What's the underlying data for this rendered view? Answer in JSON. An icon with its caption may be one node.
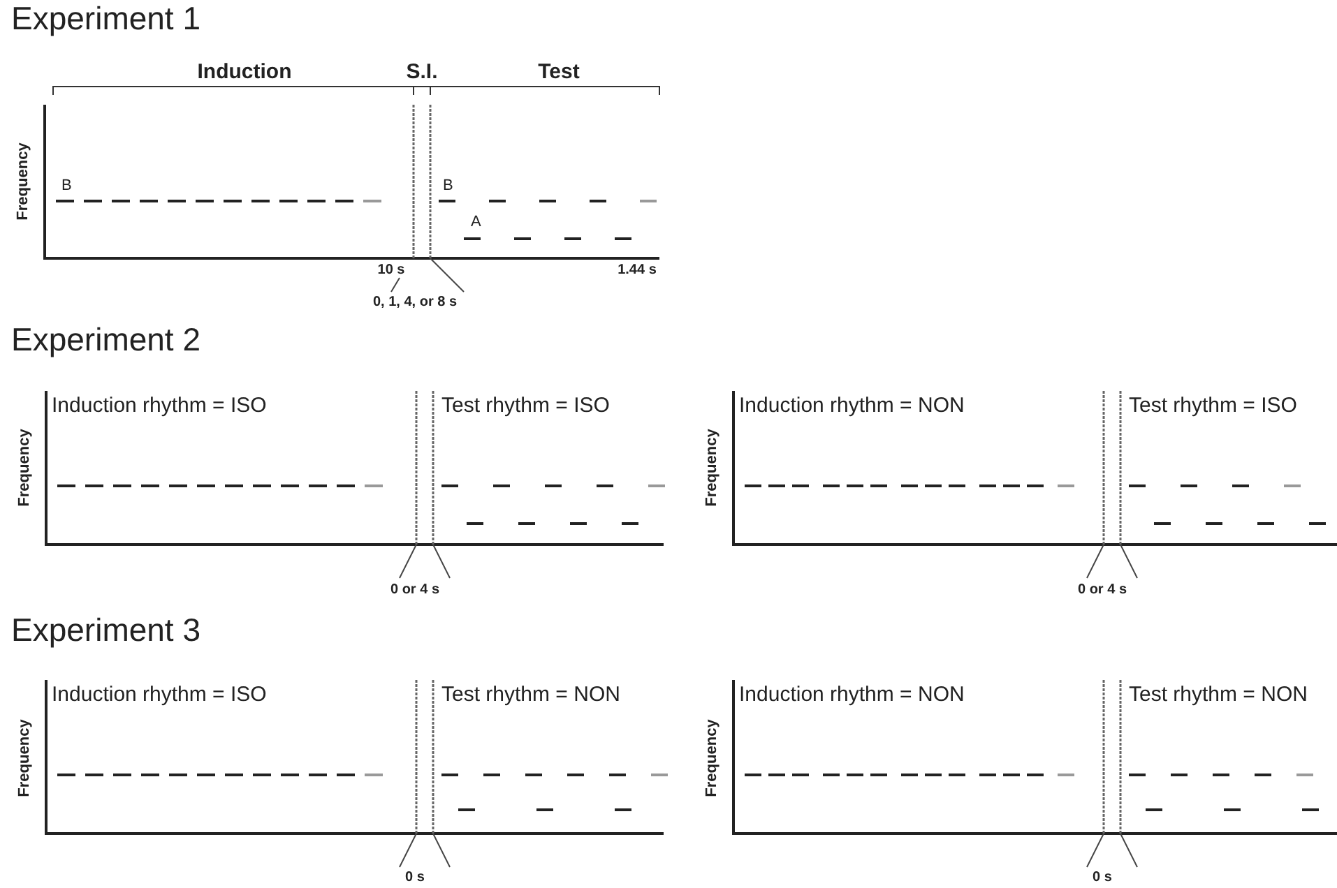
{
  "diagram": {
    "labels": [
      "Experiment 1",
      "Induction",
      "S.I.",
      "Test",
      "Frequency",
      "B",
      "B",
      "A",
      "10 s",
      "1.44 s",
      "0, 1, 4, or 8 s",
      "Experiment 2",
      "Induction rhythm = ISO",
      "Test rhythm = ISO",
      "Frequency",
      "Induction rhythm = NON",
      "Test rhythm = ISO",
      "Frequency",
      "0 or 4 s",
      "0 or 4 s",
      "Experiment 3",
      "Induction rhythm = ISO",
      "Test rhythm = NON",
      "Frequency",
      "Induction rhythm = NON",
      "Test rhythm = NON",
      "Frequency",
      "0 s",
      "0 s"
    ]
  }
}
